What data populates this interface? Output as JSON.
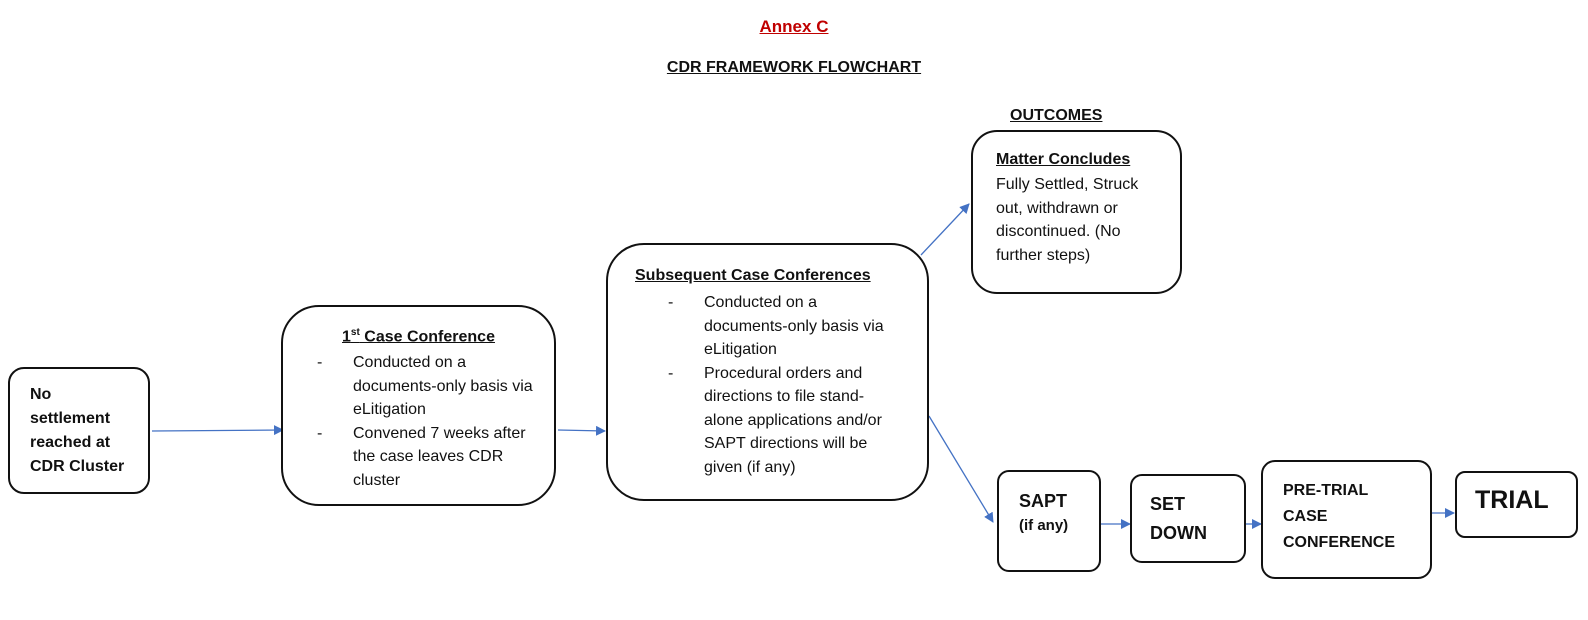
{
  "annex": "Annex C",
  "heading": "CDR FRAMEWORK FLOWCHART",
  "outcomes_label": "OUTCOMES",
  "start": {
    "text": "No settlement reached at CDR Cluster"
  },
  "first_cc": {
    "title_num": "1",
    "title_sup": "st",
    "title_rest": " Case Conference",
    "bullets": [
      "Conducted on a documents-only basis via eLitigation",
      "Convened 7 weeks after the case leaves CDR cluster"
    ]
  },
  "subsequent_cc": {
    "title": "Subsequent Case Conferences",
    "bullets": [
      "Conducted on a documents-only basis via eLitigation",
      "Procedural orders and directions to file stand-alone applications and/or SAPT directions will be given (if any)"
    ]
  },
  "concludes": {
    "title": "Matter Concludes",
    "text": "Fully Settled, Struck out, withdrawn or discontinued. (No further steps)"
  },
  "sapt": {
    "title": "SAPT",
    "sub": "(if any)"
  },
  "setdown": {
    "text": "SET DOWN"
  },
  "pretrial": {
    "text": "PRE-TRIAL CASE CONFERENCE"
  },
  "trial": {
    "text": "TRIAL"
  },
  "bullet_marker": "-",
  "colors": {
    "arrow": "#4472c4",
    "annex": "#c00000",
    "border": "#111111"
  }
}
